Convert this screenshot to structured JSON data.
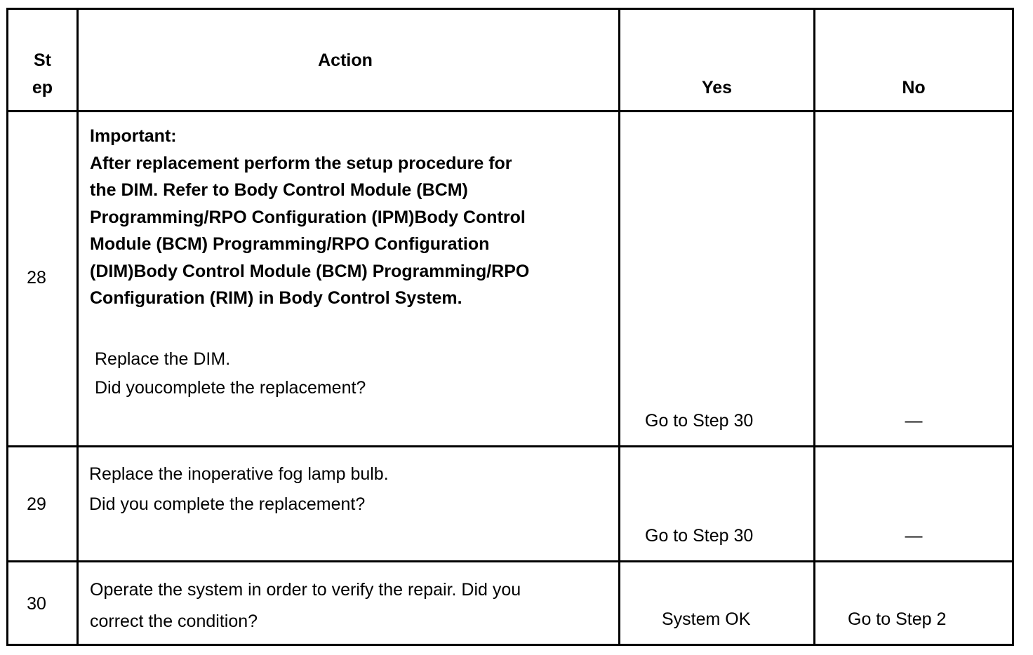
{
  "header": {
    "step_line1": "St",
    "step_line2": "ep",
    "action": "Action",
    "yes": "Yes",
    "no": "No"
  },
  "rows": [
    {
      "step": "28",
      "important_lines": [
        "Important:",
        "After replacement perform the setup procedure for",
        "the DIM. Refer to Body Control Module (BCM)",
        "Programming/RPO Configuration (IPM)Body Control",
        "Module (BCM) Programming/RPO Configuration",
        "(DIM)Body Control Module (BCM) Programming/RPO",
        "Configuration (RIM) in Body Control System."
      ],
      "action_lines": [
        "Replace the DIM.",
        "Did youcomplete the replacement?"
      ],
      "yes": "Go to Step 30",
      "no": "—"
    },
    {
      "step": "29",
      "action_lines": [
        "Replace the inoperative fog lamp bulb.",
        "Did you complete the replacement?"
      ],
      "yes": "Go to Step 30",
      "no": "—"
    },
    {
      "step": "30",
      "action_lines": [
        "Operate the system in order to verify the repair. Did you",
        "correct the condition?"
      ],
      "yes": "System OK",
      "no": "Go to Step 2"
    }
  ]
}
